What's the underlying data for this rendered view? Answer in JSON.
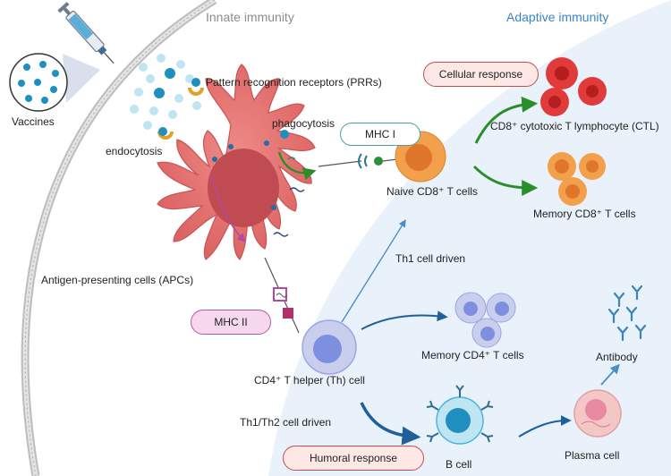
{
  "sections": {
    "innate": "Innate immunity",
    "adaptive": "Adaptive immunity"
  },
  "labels": {
    "vaccines": "Vaccines",
    "prrs": "Pattern recognition receptors (PRRs)",
    "phagocytosis": "phagocytosis",
    "endocytosis": "endocytosis",
    "apcs": "Antigen-presenting cells (APCs)",
    "mhc1": "MHC I",
    "mhc2": "MHC II",
    "naive_cd8": "Naive CD8⁺ T cells",
    "ctl": "CD8⁺ cytotoxic T lymphocyte (CTL)",
    "memory_cd8": "Memory CD8⁺ T cells",
    "th1_driven": "Th1 cell driven",
    "memory_cd4": "Memory CD4⁺ T cells",
    "cd4_helper": "CD4⁺ T helper (Th) cell",
    "th1_th2_driven": "Th1/Th2  cell driven",
    "antibody": "Antibody",
    "b_cell": "B cell",
    "plasma_cell": "Plasma cell"
  },
  "pills": {
    "cellular": "Cellular response",
    "humoral": "Humoral response"
  },
  "colors": {
    "adaptive_bg": "#e9f1fa",
    "apc": "#e46c6c",
    "ctl": "#e03a3a",
    "memory_cd8": "#f2a04b",
    "cd4": "#9aa6e6",
    "b_cell": "#49b6de",
    "plasma": "#f4c7c7",
    "arrow_green": "#2a8f2a",
    "arrow_blue": "#1f5f9c"
  }
}
